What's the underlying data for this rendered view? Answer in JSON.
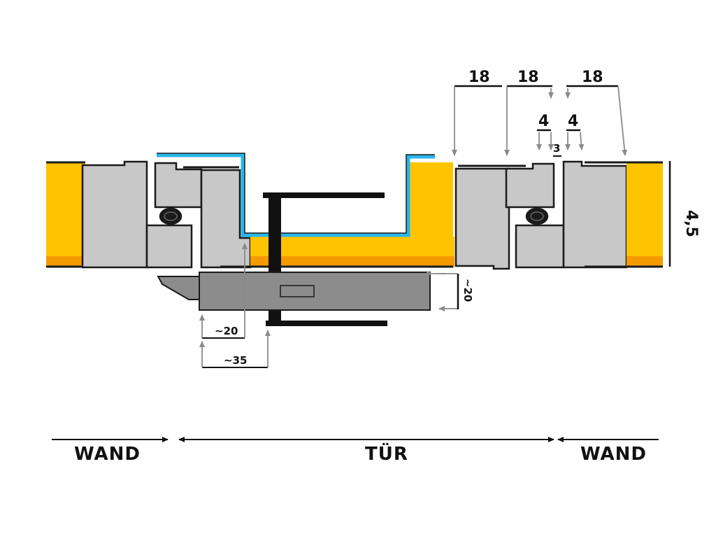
{
  "dimensions": {
    "top_a": "18",
    "top_b": "18",
    "top_c": "18",
    "gap_left": "4",
    "gap_right": "4",
    "gap_mid": "3",
    "thickness": "4,5",
    "handle_offset": "~20",
    "lower_a": "~20",
    "lower_b": "~35"
  },
  "labels": {
    "wall_left": "WAND",
    "door": "TÜR",
    "wall_right": "WAND"
  },
  "colors": {
    "insulation": "#FFC400",
    "insulation_edge": "#F59A00",
    "profile": "#C8C8C8",
    "handle": "#8C8C8C",
    "flashing": "#29B6E8",
    "outline": "#1A1A1A",
    "arrow": "#8A8A8A"
  }
}
